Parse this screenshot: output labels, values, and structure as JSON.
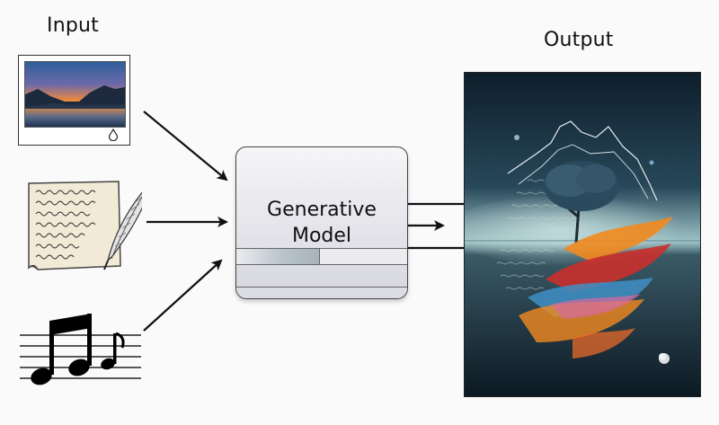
{
  "diagram": {
    "input_label": "Input",
    "output_label": "Output",
    "model_line1": "Generative",
    "model_line2": "Model"
  },
  "inputs": [
    {
      "kind": "image",
      "icon": "landscape-photo-icon"
    },
    {
      "kind": "text",
      "icon": "handwritten-letter-quill-icon"
    },
    {
      "kind": "audio",
      "icon": "music-notes-icon"
    }
  ],
  "output": {
    "kind": "image",
    "icon": "generated-artwork"
  },
  "colors": {
    "arrow": "#111111",
    "model_box_top": "#f6f6f8",
    "model_box_bottom": "#d6d6de",
    "art_sky": "#0f2230",
    "art_accent_orange": "#f28a1e",
    "art_accent_red": "#c9302c",
    "art_accent_blue": "#3f8fc4"
  }
}
